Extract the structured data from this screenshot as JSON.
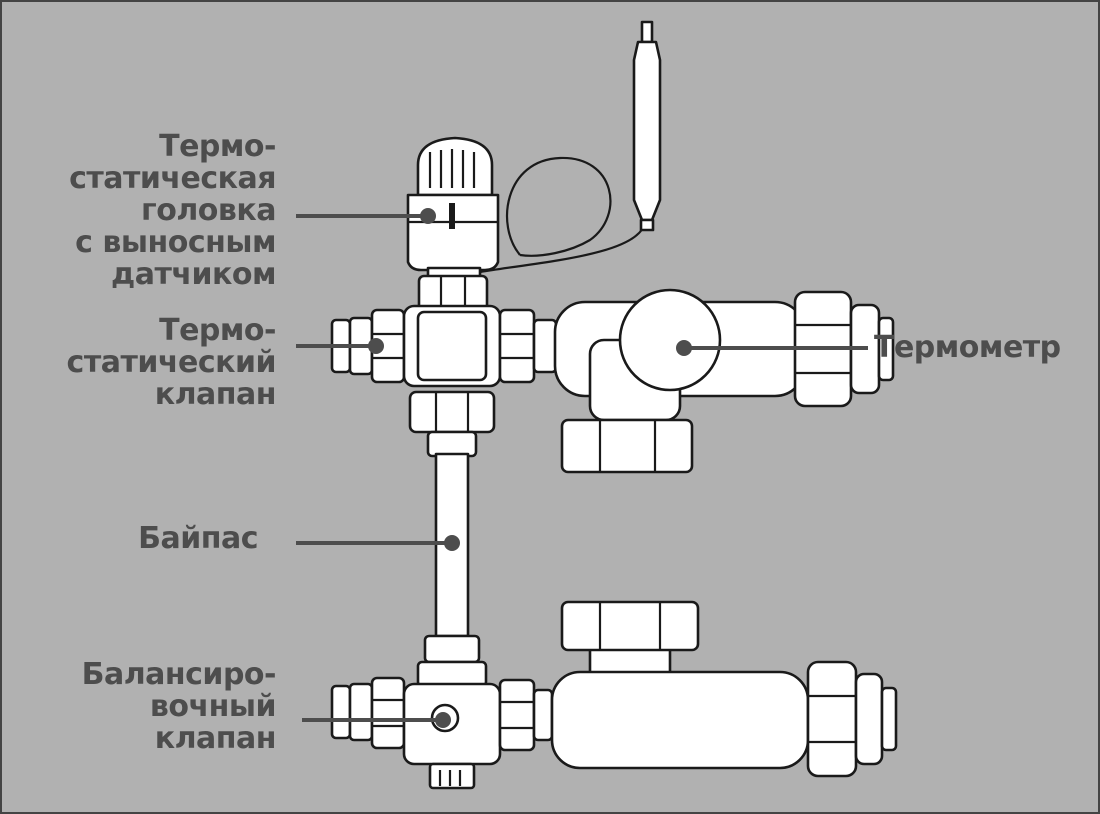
{
  "labels": {
    "thermo_head": [
      "Термо-",
      "статическая",
      "головка",
      "с выносным",
      "датчиком"
    ],
    "thermo_valve": [
      "Термо-",
      "статический",
      "клапан"
    ],
    "bypass": [
      "Байпас"
    ],
    "balancing_valve": [
      "Балансиро-",
      "вочный",
      "клапан"
    ],
    "thermometer": [
      "Термометр"
    ]
  },
  "colors": {
    "background": "#b1b1b1",
    "label_text": "#4d4d4d",
    "part_fill": "#ffffff",
    "outline": "#1a1a1a"
  }
}
